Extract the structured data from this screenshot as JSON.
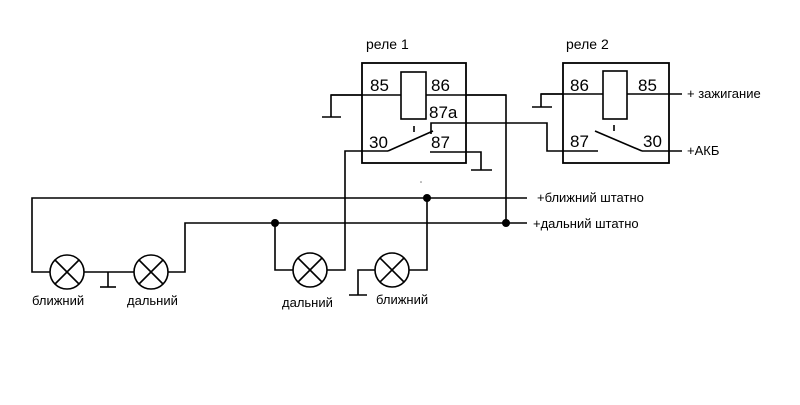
{
  "diagram": {
    "type": "wiring-schematic",
    "relays": [
      {
        "id": "relay1",
        "title": "реле 1",
        "pins": {
          "p85": "85",
          "p86": "86",
          "p87a": "87a",
          "p30": "30",
          "p87": "87"
        },
        "coil_mark": "I"
      },
      {
        "id": "relay2",
        "title": "реле 2",
        "pins": {
          "p86": "86",
          "p85": "85",
          "p87": "87",
          "p30": "30"
        },
        "coil_mark": "I"
      }
    ],
    "terminals": {
      "ignition": "+ зажигание",
      "battery": "+АКБ",
      "low_beam_stock": "+ближний штатно",
      "high_beam_stock": "+дальний штатно"
    },
    "lamps": [
      {
        "id": "lamp1",
        "label": "ближний"
      },
      {
        "id": "lamp2",
        "label": "дальний"
      },
      {
        "id": "lamp3",
        "label": "дальний"
      },
      {
        "id": "lamp4",
        "label": "ближний"
      }
    ],
    "connections": [
      "relay1.85 -> ground",
      "relay1.86 -> +дальний штатно",
      "relay1.87a -> relay2.87",
      "relay1.30 -> lamp3 (дальний)",
      "relay1.87 -> ground",
      "relay2.86 -> ground",
      "relay2.85 -> + зажигание",
      "relay2.30 -> +АКБ",
      "+ближний штатно -> lamp1 (ближний), lamp4 (ближний)",
      "+дальний штатно -> lamp2 (дальний), lamp3 (дальний)",
      "lamp1 & lamp2 shared ground",
      "lamp4 -> ground"
    ]
  }
}
